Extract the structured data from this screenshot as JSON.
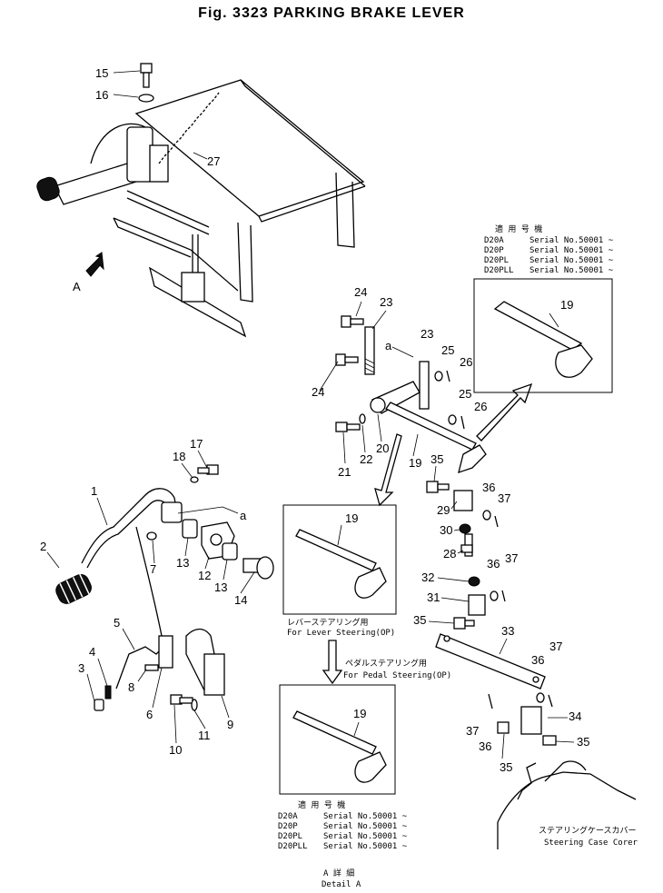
{
  "title": "Fig. 3323 PARKING BRAKE LEVER",
  "detail_letter": "A",
  "connector_letter": "a",
  "part_numbers": {
    "p1": "1",
    "p2": "2",
    "p3": "3",
    "p4": "4",
    "p5": "5",
    "p6": "6",
    "p7": "7",
    "p8": "8",
    "p9": "9",
    "p10": "10",
    "p11": "11",
    "p12": "12",
    "p13a": "13",
    "p13b": "13",
    "p14": "14",
    "p15": "15",
    "p16": "16",
    "p17": "17",
    "p18": "18",
    "p19a": "19",
    "p19b": "19",
    "p19c": "19",
    "p19d": "19",
    "p20": "20",
    "p21": "21",
    "p22": "22",
    "p23a": "23",
    "p23b": "23",
    "p24a": "24",
    "p24b": "24",
    "p25a": "25",
    "p25b": "25",
    "p26a": "26",
    "p26b": "26",
    "p27": "27",
    "p28": "28",
    "p29": "29",
    "p30": "30",
    "p31": "31",
    "p32": "32",
    "p33": "33",
    "p34": "34",
    "p35a": "35",
    "p35b": "35",
    "p35c": "35",
    "p35d": "35",
    "p36a": "36",
    "p36b": "36",
    "p36c": "36",
    "p36d": "36",
    "p37a": "37",
    "p37b": "37",
    "p37c": "37",
    "p37d": "37"
  },
  "serial_box_top": {
    "heading": "適 用 号 機",
    "rows": [
      {
        "model": "D20A",
        "serial": "Serial No.50001 ~"
      },
      {
        "model": "D20P",
        "serial": "Serial No.50001 ~"
      },
      {
        "model": "D20PL",
        "serial": "Serial No.50001 ~"
      },
      {
        "model": "D20PLL",
        "serial": "Serial No.50001 ~"
      }
    ]
  },
  "serial_box_bottom": {
    "heading": "適 用 号 機",
    "rows": [
      {
        "model": "D20A",
        "serial": "Serial No.50001 ~"
      },
      {
        "model": "D20P",
        "serial": "Serial No.50001 ~"
      },
      {
        "model": "D20PL",
        "serial": "Serial No.50001 ~"
      },
      {
        "model": "D20PLL",
        "serial": "Serial No.50001 ~"
      }
    ]
  },
  "lever_caption": {
    "jp": "レバーステアリング用",
    "en": "For Lever Steering(OP)"
  },
  "pedal_caption": {
    "jp": "ペダルステアリング用",
    "en": "For Pedal Steering(OP)"
  },
  "case_caption": {
    "jp": "ステアリングケースカバー",
    "en": "Steering Case Corer"
  },
  "detail_caption": {
    "jp": "A 詳 細",
    "en": "Detail A"
  }
}
